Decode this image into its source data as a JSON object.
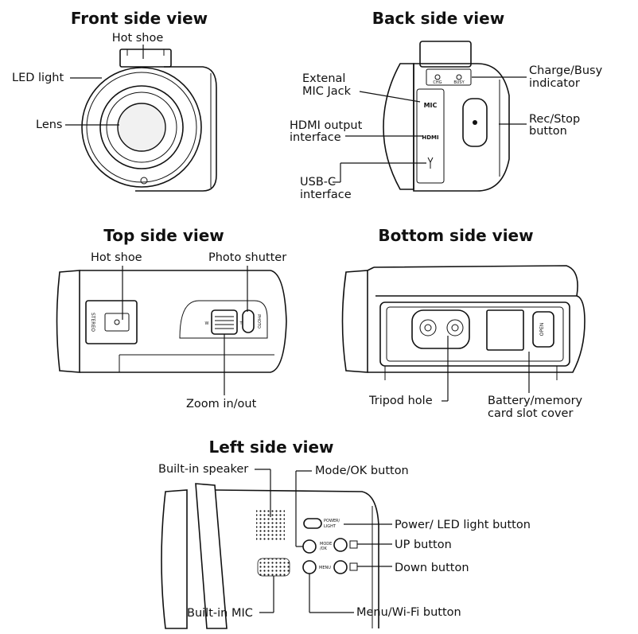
{
  "views": {
    "front": {
      "title": "Front side view",
      "labels": {
        "hot_shoe": "Hot shoe",
        "led_light": "LED light",
        "lens": "Lens"
      }
    },
    "back": {
      "title": "Back side view",
      "labels": {
        "ext_mic_1": "Extenal",
        "ext_mic_2": "MIC Jack",
        "hdmi_1": "HDMI output",
        "hdmi_2": "interface",
        "usbc_1": "USB-C",
        "usbc_2": "interface",
        "charge_1": "Charge/Busy",
        "charge_2": "indicator",
        "rec_1": "Rec/Stop",
        "rec_2": "button"
      },
      "body_text": {
        "mic": "MIC",
        "hdmi": "HDMI",
        "charge": "CHG",
        "busy": "BUSY"
      }
    },
    "top": {
      "title": "Top side view",
      "labels": {
        "hot_shoe": "Hot shoe",
        "photo_shutter": "Photo shutter",
        "zoom": "Zoom in/out"
      },
      "body_text": {
        "stereo": "STEREO",
        "photo": "PHOTO",
        "w": "W",
        "t": "T"
      }
    },
    "bottom": {
      "title": "Bottom side view",
      "labels": {
        "tripod": "Tripod hole",
        "battery_1": "Battery/memory",
        "battery_2": "card slot cover"
      },
      "body_text": {
        "open": "OPEN"
      }
    },
    "left": {
      "title": "Left side view",
      "labels": {
        "speaker": "Built-in speaker",
        "mode_ok": "Mode/OK button",
        "power_led": "Power/ LED light button",
        "up": "UP button",
        "down": "Down button",
        "mic": "Built-in MIC",
        "menu_wifi": "Menu/Wi-Fi button"
      },
      "body_text": {
        "power": "POWER/",
        "light": "LIGHT",
        "mode": "MODE",
        "ok": "/OK",
        "menu": "MENU"
      }
    }
  }
}
